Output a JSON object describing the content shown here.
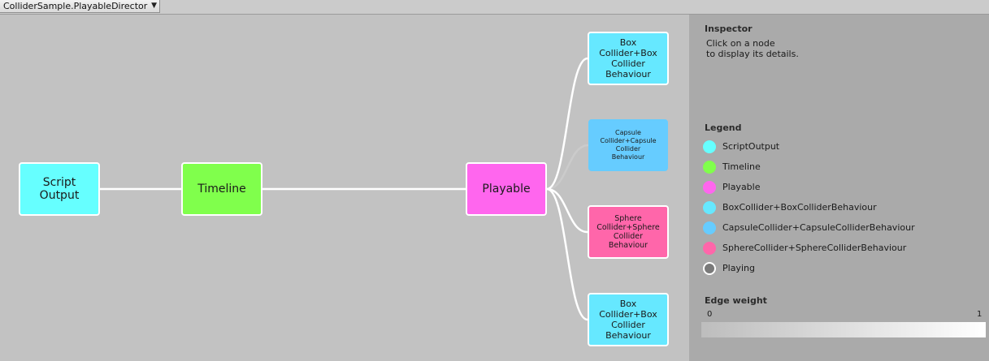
{
  "toolbar": {
    "director_label": "ColliderSample.PlayableDirector",
    "dropdown_icon": "triangle-down-icon"
  },
  "graph": {
    "nodes": [
      {
        "id": "script-output",
        "label_lines": [
          "Script",
          "Output"
        ],
        "color": "#66ffff"
      },
      {
        "id": "timeline",
        "label_lines": [
          "Timeline"
        ],
        "color": "#80ff4c"
      },
      {
        "id": "playable",
        "label_lines": [
          "Playable"
        ],
        "color": "#ff66ee"
      },
      {
        "id": "box-collider-1",
        "label_lines": [
          "Box",
          "Collider+Box",
          "Collider",
          "Behaviour"
        ],
        "color": "#66e8ff"
      },
      {
        "id": "capsule-collider",
        "label_lines": [
          "Capsule",
          "Collider+Capsule",
          "Collider",
          "Behaviour"
        ],
        "color": "#66ccff"
      },
      {
        "id": "sphere-collider",
        "label_lines": [
          "Sphere",
          "Collider+Sphere",
          "Collider",
          "Behaviour"
        ],
        "color": "#ff66aa"
      },
      {
        "id": "box-collider-2",
        "label_lines": [
          "Box",
          "Collider+Box",
          "Collider",
          "Behaviour"
        ],
        "color": "#66e8ff"
      }
    ],
    "edges": [
      {
        "from": "script-output",
        "to": "timeline",
        "weight": 1
      },
      {
        "from": "timeline",
        "to": "playable",
        "weight": 1
      },
      {
        "from": "playable",
        "to": "box-collider-1",
        "weight": 1
      },
      {
        "from": "playable",
        "to": "capsule-collider",
        "weight": 0
      },
      {
        "from": "playable",
        "to": "sphere-collider",
        "weight": 1
      },
      {
        "from": "playable",
        "to": "box-collider-2",
        "weight": 1
      }
    ]
  },
  "inspector": {
    "title": "Inspector",
    "hint_line1": "Click on a node",
    "hint_line2": "to display its details.",
    "legend_title": "Legend",
    "legend": [
      {
        "label": "ScriptOutput",
        "color": "#66ffff"
      },
      {
        "label": "Timeline",
        "color": "#80ff4c"
      },
      {
        "label": "Playable",
        "color": "#ff66ee"
      },
      {
        "label": "BoxCollider+BoxColliderBehaviour",
        "color": "#66e8ff"
      },
      {
        "label": "CapsuleCollider+CapsuleColliderBehaviour",
        "color": "#66ccff"
      },
      {
        "label": "SphereCollider+SphereColliderBehaviour",
        "color": "#ff66aa"
      },
      {
        "label": "Playing",
        "color": "#ffffff"
      }
    ],
    "edge_weight_title": "Edge weight",
    "edge_weight_min": "0",
    "edge_weight_max": "1"
  }
}
